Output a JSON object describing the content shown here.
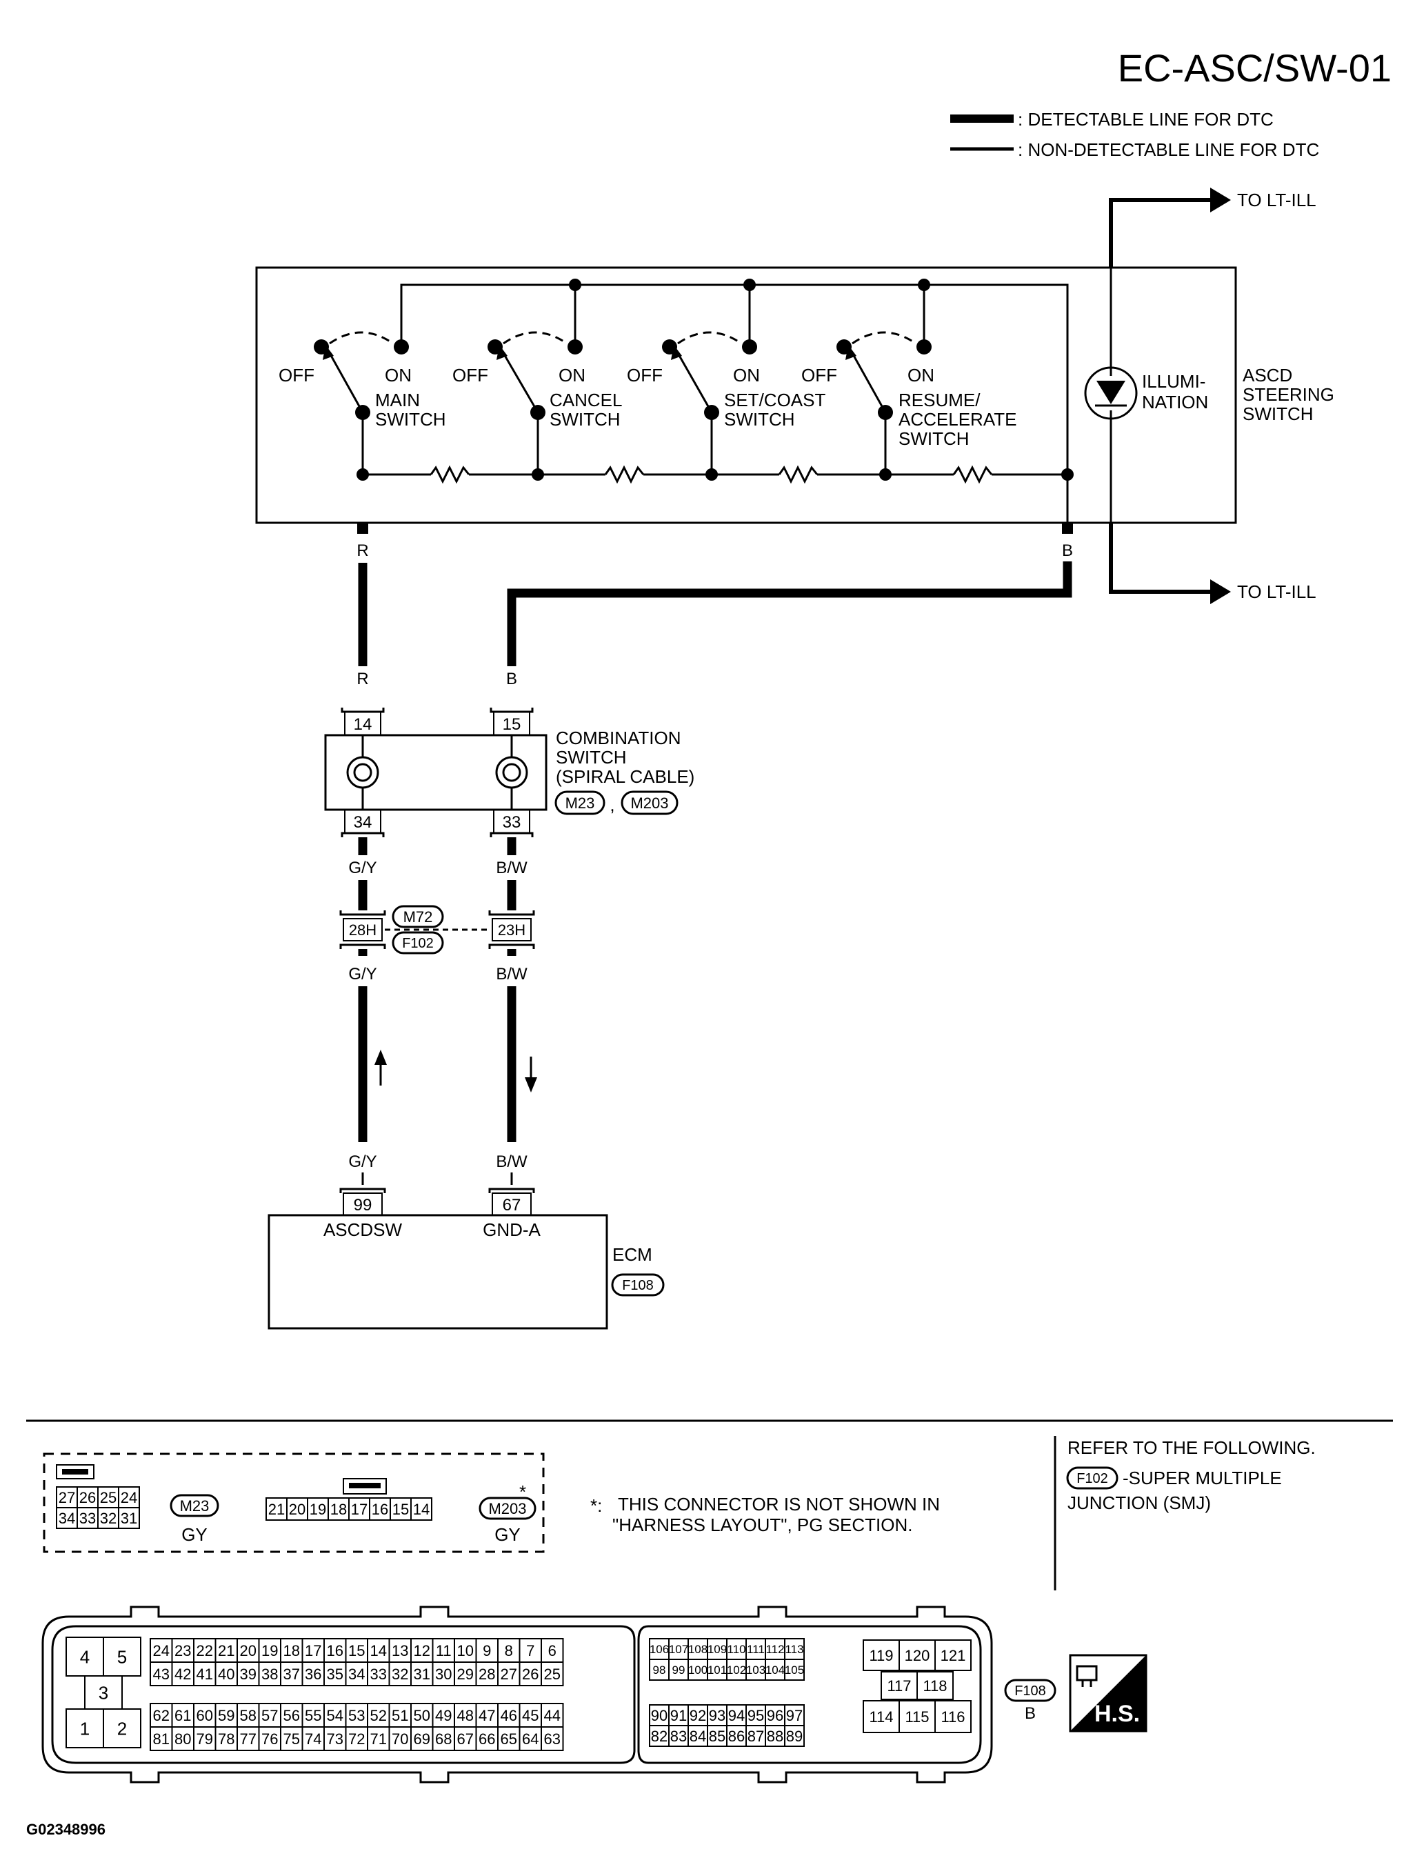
{
  "title": "EC-ASC/SW-01",
  "legend": {
    "detectable": ": DETECTABLE LINE FOR DTC",
    "non_detectable": ": NON-DETECTABLE LINE FOR DTC"
  },
  "to_lt_ill_top": "TO LT-ILL",
  "to_lt_ill_bottom": "TO LT-ILL",
  "steering_switch": {
    "name_l1": "ASCD",
    "name_l2": "STEERING",
    "name_l3": "SWITCH",
    "illumination_l1": "ILLUMI-",
    "illumination_l2": "NATION",
    "switches": [
      {
        "off": "OFF",
        "on": "ON",
        "name_l1": "MAIN",
        "name_l2": "SWITCH",
        "name_l3": ""
      },
      {
        "off": "OFF",
        "on": "ON",
        "name_l1": "CANCEL",
        "name_l2": "SWITCH",
        "name_l3": ""
      },
      {
        "off": "OFF",
        "on": "ON",
        "name_l1": "SET/COAST",
        "name_l2": "SWITCH",
        "name_l3": ""
      },
      {
        "off": "OFF",
        "on": "ON",
        "name_l1": "RESUME/",
        "name_l2": "ACCELERATE",
        "name_l3": "SWITCH"
      }
    ],
    "out_left": "R",
    "out_right": "B"
  },
  "wires": {
    "left_top": "R",
    "right_top": "B",
    "left_mid": "G/Y",
    "right_mid": "B/W",
    "left_low": "G/Y",
    "right_low": "B/W",
    "left_bottom": "G/Y",
    "right_bottom": "B/W"
  },
  "combination_switch": {
    "name_l1": "COMBINATION",
    "name_l2": "SWITCH",
    "name_l3": "(SPIRAL CABLE)",
    "pin_top_left": "14",
    "pin_top_right": "15",
    "pin_bottom_left": "34",
    "pin_bottom_right": "33",
    "connector_1": "M23",
    "separator": ",",
    "connector_2": "M203"
  },
  "joint_connector": {
    "pin_left": "28H",
    "pin_right": "23H",
    "connector_top": "M72",
    "connector_bottom": "F102"
  },
  "ecm": {
    "name": "ECM",
    "connector": "F108",
    "pin_left": "99",
    "pin_right": "67",
    "label_left": "ASCDSW",
    "label_right": "GND-A"
  },
  "connector_views": {
    "m23": {
      "row1": [
        "27",
        "26",
        "25",
        "24"
      ],
      "row2": [
        "34",
        "33",
        "32",
        "31"
      ],
      "id": "M23",
      "color": "GY"
    },
    "m203": {
      "row": [
        "21",
        "20",
        "19",
        "18",
        "17",
        "16",
        "15",
        "14"
      ],
      "id": "M203",
      "color": "GY",
      "star": "*"
    },
    "note_star": "*:",
    "note_l1": "THIS CONNECTOR IS NOT SHOWN IN",
    "note_l2": "\"HARNESS LAYOUT\", PG SECTION.",
    "refer_l1": "REFER TO THE FOLLOWING.",
    "refer_connector": "F102",
    "refer_l2": "-SUPER MULTIPLE",
    "refer_l3": "JUNCTION (SMJ)",
    "f108": {
      "id": "F108",
      "color": "B",
      "left_top": [
        "4",
        "5"
      ],
      "left_mid": "3",
      "left_bottom": [
        "1",
        "2"
      ],
      "main_r1": [
        "24",
        "23",
        "22",
        "21",
        "20",
        "19",
        "18",
        "17",
        "16",
        "15",
        "14",
        "13",
        "12",
        "11",
        "10",
        "9",
        "8",
        "7",
        "6"
      ],
      "main_r2": [
        "43",
        "42",
        "41",
        "40",
        "39",
        "38",
        "37",
        "36",
        "35",
        "34",
        "33",
        "32",
        "31",
        "30",
        "29",
        "28",
        "27",
        "26",
        "25"
      ],
      "main_r3": [
        "62",
        "61",
        "60",
        "59",
        "58",
        "57",
        "56",
        "55",
        "54",
        "53",
        "52",
        "51",
        "50",
        "49",
        "48",
        "47",
        "46",
        "45",
        "44"
      ],
      "main_r4": [
        "81",
        "80",
        "79",
        "78",
        "77",
        "76",
        "75",
        "74",
        "73",
        "72",
        "71",
        "70",
        "69",
        "68",
        "67",
        "66",
        "65",
        "64",
        "63"
      ],
      "mid_r1": [
        "106",
        "107",
        "108",
        "109",
        "110",
        "111",
        "112",
        "113"
      ],
      "mid_r2": [
        "98",
        "99",
        "100",
        "101",
        "102",
        "103",
        "104",
        "105"
      ],
      "mid_r3": [
        "90",
        "91",
        "92",
        "93",
        "94",
        "95",
        "96",
        "97"
      ],
      "mid_r4": [
        "82",
        "83",
        "84",
        "85",
        "86",
        "87",
        "88",
        "89"
      ],
      "right_top": [
        "119",
        "120",
        "121"
      ],
      "right_mid": [
        "117",
        "118"
      ],
      "right_bottom": [
        "114",
        "115",
        "116"
      ]
    },
    "hs_logo": "H.S."
  },
  "figure_code": "G02348996"
}
